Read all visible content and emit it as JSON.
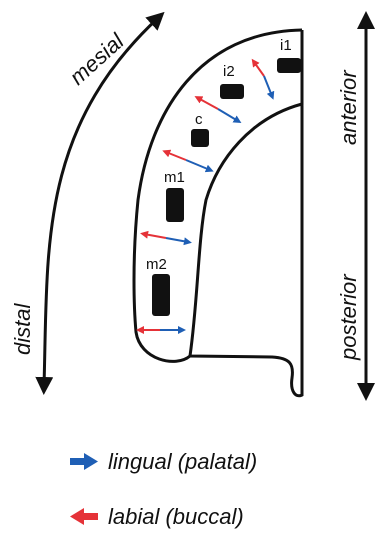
{
  "directions": {
    "mesial": "mesial",
    "distal": "distal",
    "anterior": "anterior",
    "posterior": "posterior"
  },
  "teeth": {
    "i1": "i1",
    "i2": "i2",
    "c": "c",
    "m1": "m1",
    "m2": "m2"
  },
  "legend": {
    "lingual": "lingual (palatal)",
    "labial": "labial (buccal)"
  },
  "colors": {
    "lingual": "#1f5fb5",
    "labial": "#e53238",
    "outline": "#111111"
  }
}
